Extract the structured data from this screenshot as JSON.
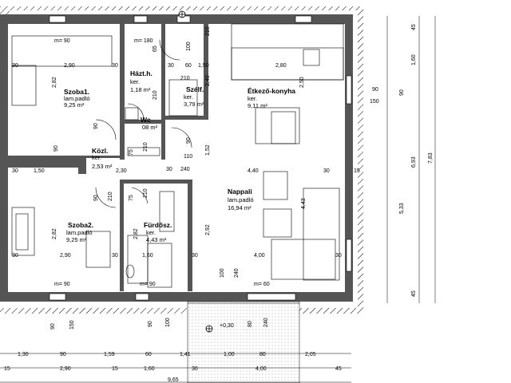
{
  "rooms": [
    {
      "id": "szoba1",
      "name": "Szoba1.",
      "floor": "lam.padló",
      "area": "9,25 m²"
    },
    {
      "id": "hazt",
      "name": "Házt.h.",
      "floor": "ker.",
      "area": "1,18 m²"
    },
    {
      "id": "szelf",
      "name": "Szélf.",
      "floor": "ker.",
      "area": "3,79 m²"
    },
    {
      "id": "etkezo",
      "name": "Étkező-konyha",
      "floor": "ker.",
      "area": "9,11 m²"
    },
    {
      "id": "wc",
      "name": "Wc",
      "floor": "",
      "area": "08 m²"
    },
    {
      "id": "kozl",
      "name": "Közl.",
      "floor": "ker.",
      "area": "2,53 m²"
    },
    {
      "id": "nappali",
      "name": "Nappali",
      "floor": "lam.padló",
      "area": "16,94 m²"
    },
    {
      "id": "szoba2",
      "name": "Szoba2.",
      "floor": "lam.padló",
      "area": "9,25 m²"
    },
    {
      "id": "furdo",
      "name": "Fürdősz.",
      "floor": "ker.",
      "area": "4,43 m²"
    }
  ],
  "dimensions": {
    "top_m1": "m= 90",
    "top_m2": "m= 180",
    "top_100": "100",
    "top_210": "210",
    "top_65": "65",
    "top_30a": "30",
    "top_290": "2,90",
    "top_30b": "30",
    "top_30c": "30",
    "top_60": "60",
    "top_150": "1,50",
    "top_280": "2,80",
    "v282a": "2,82",
    "v210a": "210",
    "v210b": "210",
    "v240": "2,40",
    "v250": "2,50",
    "v90a": "90",
    "v90b": "90",
    "v152": "1,52",
    "v75a": "75",
    "v110": "110",
    "v210c": "210",
    "v240b": "240",
    "v90c": "90",
    "mid_30a": "30",
    "mid_150a": "1,50",
    "mid_230": "2,30",
    "mid_30b": "30",
    "mid_440": "4,40",
    "mid_30c": "30",
    "mid_15": "15",
    "v75b": "75",
    "v210d": "210",
    "v90d": "90",
    "v210e": "210",
    "v282b": "2,82",
    "v282c": "2,82",
    "v292": "2,92",
    "v443": "4,43",
    "bot_30a": "30",
    "bot_290": "2,90",
    "bot_30b": "30",
    "bot_160": "1,60",
    "bot_30c": "30",
    "bot_400": "4,00",
    "bot_30d": "30",
    "bot_m1": "m= 90",
    "bot_m2": "m= 90",
    "bot_m3": "m= 60",
    "b100": "100",
    "b240": "240",
    "b90": "90",
    "b80": "80",
    "b240b": "240",
    "b90b": "90",
    "b150": "150",
    "b100b": "100",
    "level": "+0,30",
    "row1": [
      "1,30",
      "90",
      "1,59",
      "60",
      "1,41",
      "1,00",
      "80",
      "2,05"
    ],
    "row2": [
      "15",
      "2,90",
      "15",
      "1,60",
      "30",
      "4,00",
      "45"
    ],
    "row3": "9,65",
    "right_col_a": [
      "45",
      "1,60",
      "6,93",
      "5,33",
      "45"
    ],
    "right_col_b": [
      "7,83"
    ],
    "right_h1": "90",
    "right_h2": "150",
    "right_v90": "90",
    "right_v15": "15"
  }
}
